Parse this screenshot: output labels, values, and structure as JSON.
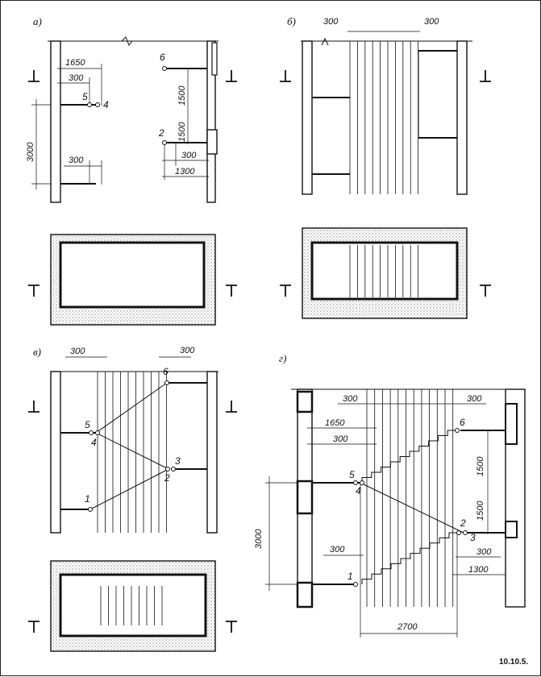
{
  "panels": {
    "a": {
      "label": "а)",
      "dims": {
        "d1650": "1650",
        "d300top": "300",
        "d3000": "3000",
        "d300low": "300",
        "d1500a": "1500",
        "d1500b": "1500",
        "d300r": "300",
        "d1300": "1300"
      },
      "points": {
        "p6": "6",
        "p5": "5",
        "p4": "4",
        "p2": "2"
      }
    },
    "b": {
      "label": "б)",
      "dims": {
        "d300l": "300",
        "d300r": "300"
      }
    },
    "v": {
      "label": "в)",
      "dims": {
        "d300l": "300",
        "d300r": "300"
      },
      "points": {
        "p6": "6",
        "p5": "5",
        "p4": "4",
        "p3": "3",
        "p2": "2",
        "p1": "1"
      }
    },
    "g": {
      "label": "г)",
      "dims": {
        "d300tl": "300",
        "d300tr": "300",
        "d1650": "1650",
        "d300a": "300",
        "d3000": "3000",
        "d1500a": "1500",
        "d1500b": "1500",
        "d300b": "300",
        "d300c": "300",
        "d1300": "1300",
        "d2700": "2700"
      },
      "points": {
        "p6": "6",
        "p5": "5",
        "p4": "4",
        "p3": "3",
        "p2": "2",
        "p1": "1"
      }
    }
  },
  "figure_number": "10.10.5."
}
